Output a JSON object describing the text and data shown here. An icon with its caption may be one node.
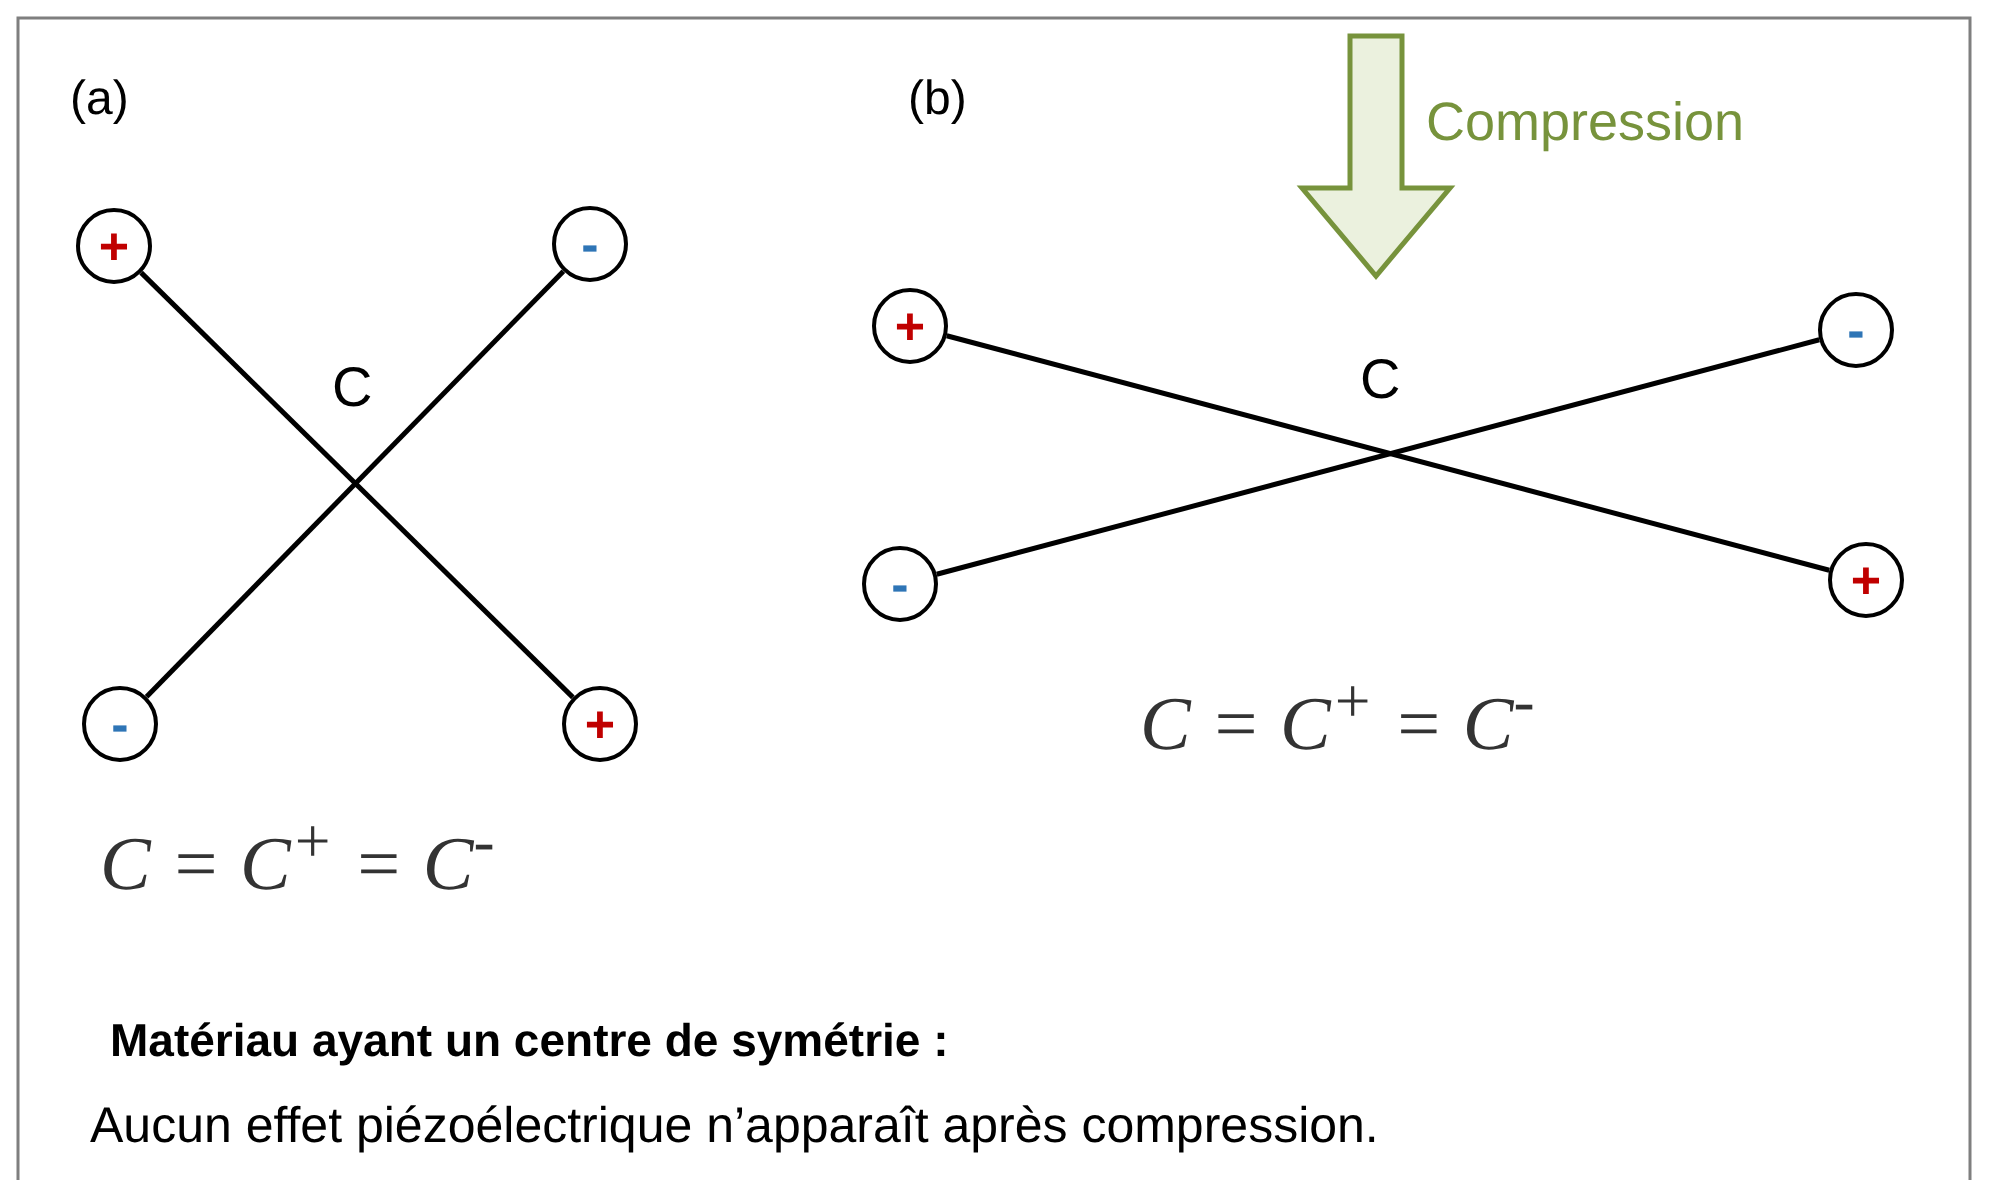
{
  "diagram": {
    "nodes": [
      {
        "text": [
          "+"
        ]
      },
      {
        "text": [
          "-"
        ]
      },
      {
        "text": [
          "-"
        ]
      },
      {
        "text": [
          "+"
        ]
      },
      {
        "text": [
          "+"
        ]
      },
      {
        "text": [
          "-"
        ]
      },
      {
        "text": [
          "-"
        ]
      },
      {
        "text": [
          "+"
        ]
      }
    ],
    "edges": [
      {
        "from": 0,
        "to": 3,
        "arrow": "none"
      },
      {
        "from": 1,
        "to": 2,
        "arrow": "none"
      },
      {
        "from": 4,
        "to": 7,
        "arrow": "none"
      },
      {
        "from": 6,
        "to": 5,
        "arrow": "none"
      }
    ],
    "labels": [
      "(a)",
      "(b)",
      "Compression",
      "C",
      "C",
      "C = C$^{+}$ = C$^{-}$",
      "C = C$^{+}$ = C$^{-}$",
      "Matériau ayant un centre de symétrie :",
      "Aucun effet piézoélectrique n’apparaît après compression."
    ]
  }
}
